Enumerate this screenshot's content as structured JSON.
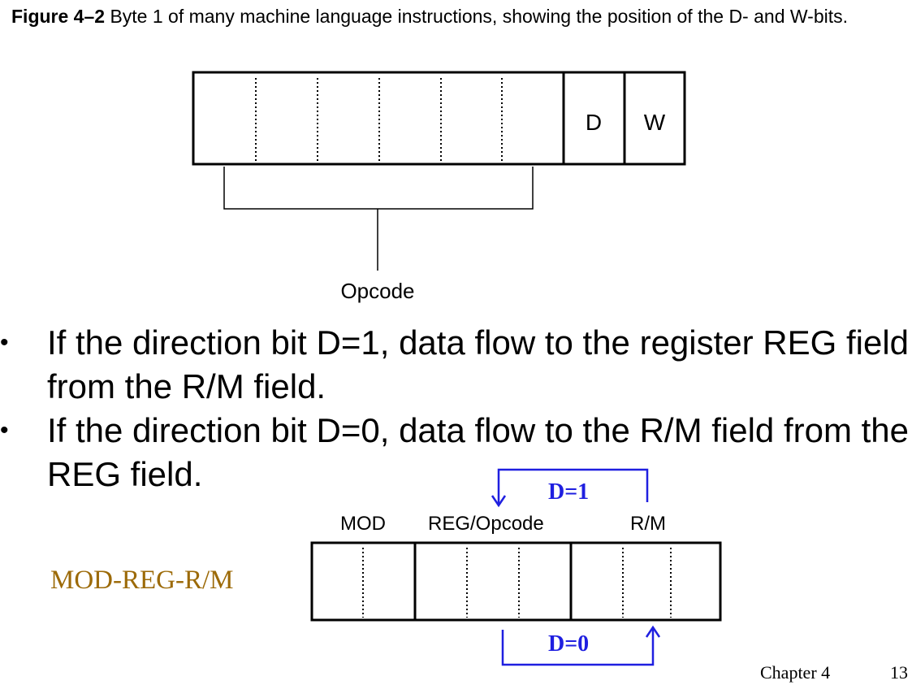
{
  "caption": {
    "figure_label": "Figure 4–2",
    "text": "Byte 1 of many machine language instructions, showing the position of the D- and W-bits."
  },
  "byte1": {
    "d_bit": "D",
    "w_bit": "W",
    "opcode_label": "Opcode"
  },
  "bullets": [
    "If the direction bit D=1, data flow to the register REG field from the R/M field.",
    "If the direction bit D=0, data flow to the R/M field from the REG field."
  ],
  "bullet_symbol": "•",
  "modregrm": {
    "title": "MOD-REG-R/M",
    "mod_label": "MOD",
    "reg_label": "REG/Opcode",
    "rm_label": "R/M",
    "d1_label": "D=1",
    "d0_label": "D=0"
  },
  "footer": {
    "chapter": "Chapter 4",
    "page": "13"
  },
  "colors": {
    "arrow_blue": "#1f1fe0",
    "title_gold": "#9c6a08"
  }
}
